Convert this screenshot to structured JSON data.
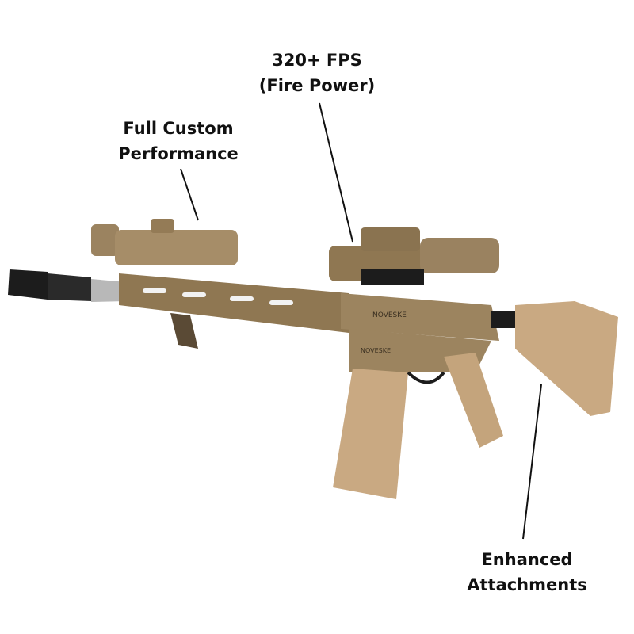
{
  "callouts": {
    "performance": {
      "line1": "Full Custom",
      "line2": "Performance"
    },
    "fps": {
      "line1": "320+ FPS",
      "line2": "(Fire Power)"
    },
    "attachments": {
      "line1": "Enhanced",
      "line2": "Attachments"
    }
  },
  "product": {
    "engraving_rail": "NOVESKE",
    "engraving_receiver": "NOVESKE"
  },
  "colors": {
    "tan_dark": "#8f7752",
    "tan_light": "#c9a982",
    "black": "#1c1c1c",
    "barrel": "#b8b8b8"
  }
}
